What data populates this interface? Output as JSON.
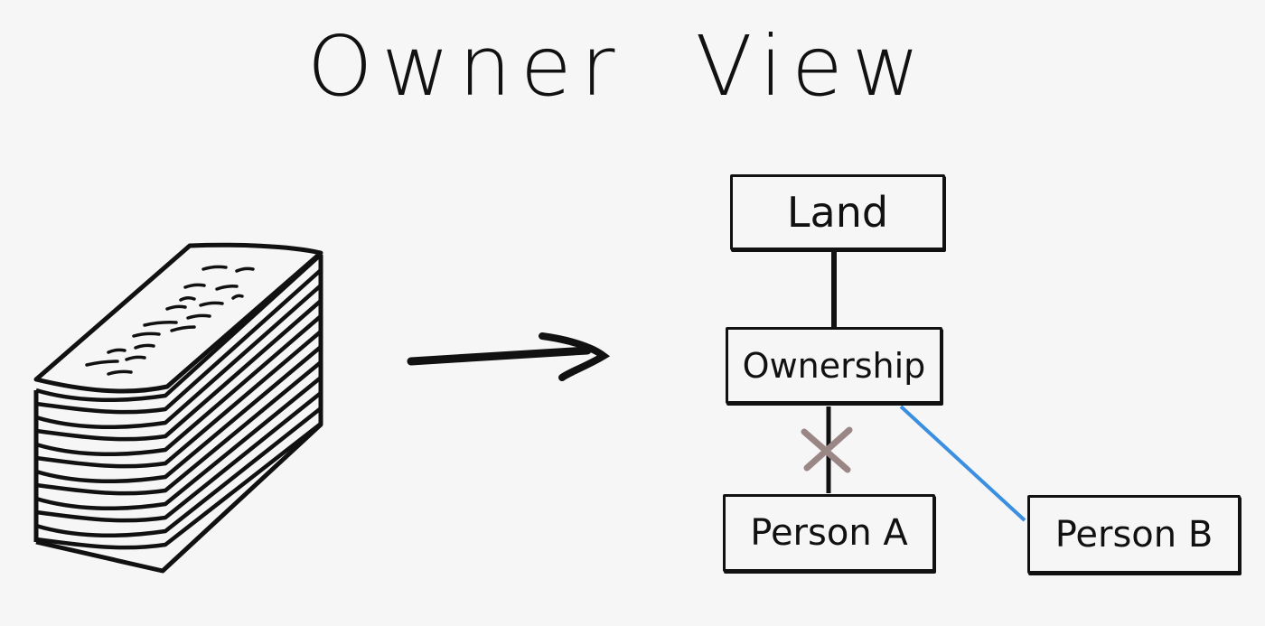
{
  "title": "Owner View",
  "nodes": {
    "land": "Land",
    "ownership": "Ownership",
    "person_a": "Person A",
    "person_b": "Person B"
  },
  "colors": {
    "ink": "#111111",
    "background": "#f6f6f6",
    "new_link": "#3b8fe0",
    "removed_link_cross": "#9a8785"
  },
  "edges": [
    {
      "from": "land",
      "to": "ownership",
      "status": "kept"
    },
    {
      "from": "ownership",
      "to": "person_a",
      "status": "removed"
    },
    {
      "from": "ownership",
      "to": "person_b",
      "status": "new"
    }
  ]
}
